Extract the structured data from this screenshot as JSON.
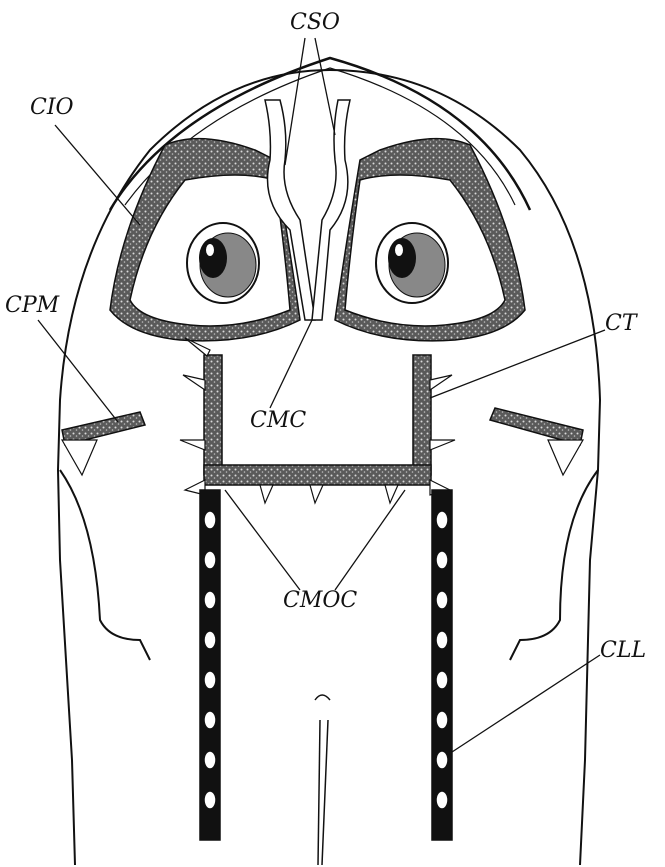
{
  "labels": {
    "cso": "CSO",
    "cio": "CIO",
    "cpm": "CPM",
    "ct": "CT",
    "cmc": "CMC",
    "cmoc": "CMOC",
    "cll": "CLL"
  },
  "colors": {
    "ink": "#111111",
    "canal_fill": "#2a2a2a",
    "background": "#ffffff"
  }
}
